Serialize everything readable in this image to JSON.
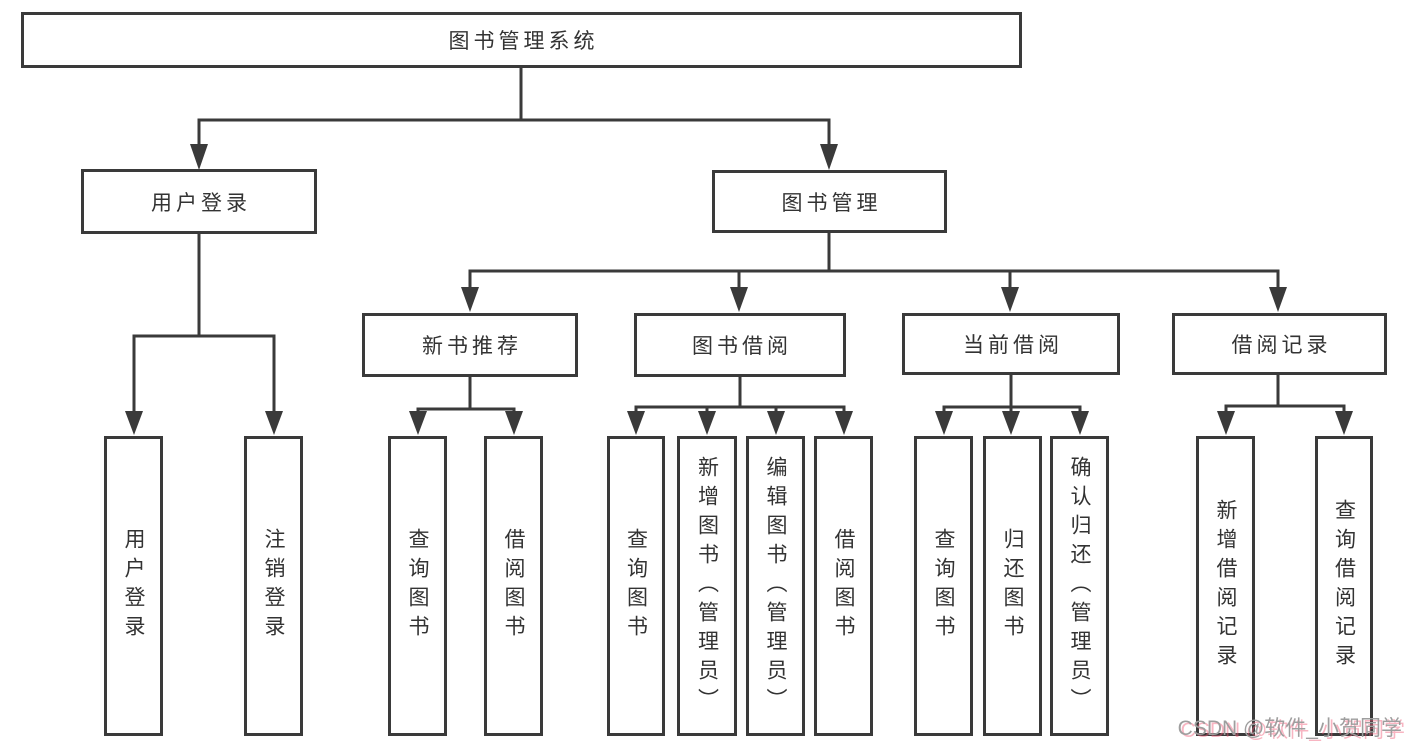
{
  "diagram": {
    "kind": "hierarchy-tree",
    "nodes": {
      "root": "图书管理系统",
      "login_group": "用户登录",
      "book_mgmt": "图书管理",
      "new_book_rec": "新书推荐",
      "book_borrow": "图书借阅",
      "current_borrow": "当前借阅",
      "borrow_records": "借阅记录",
      "user_login": "用户登录",
      "logout": "注销登录",
      "query_book_rec": "查询图书",
      "borrow_book_rec": "借阅图书",
      "query_book_borrow": "查询图书",
      "add_book_admin": "新增图书（管理员）",
      "edit_book_admin": "编辑图书（管理员）",
      "borrow_book_2": "借阅图书",
      "query_book_current": "查询图书",
      "return_book": "归还图书",
      "confirm_return_admin": "确认归还（管理员）",
      "add_borrow_record": "新增借阅记录",
      "query_borrow_record": "查询借阅记录"
    },
    "edges": [
      [
        "root",
        "login_group"
      ],
      [
        "root",
        "book_mgmt"
      ],
      [
        "login_group",
        "user_login"
      ],
      [
        "login_group",
        "logout"
      ],
      [
        "book_mgmt",
        "new_book_rec"
      ],
      [
        "book_mgmt",
        "book_borrow"
      ],
      [
        "book_mgmt",
        "current_borrow"
      ],
      [
        "book_mgmt",
        "borrow_records"
      ],
      [
        "new_book_rec",
        "query_book_rec"
      ],
      [
        "new_book_rec",
        "borrow_book_rec"
      ],
      [
        "book_borrow",
        "query_book_borrow"
      ],
      [
        "book_borrow",
        "add_book_admin"
      ],
      [
        "book_borrow",
        "edit_book_admin"
      ],
      [
        "book_borrow",
        "borrow_book_2"
      ],
      [
        "current_borrow",
        "query_book_current"
      ],
      [
        "current_borrow",
        "return_book"
      ],
      [
        "current_borrow",
        "confirm_return_admin"
      ],
      [
        "borrow_records",
        "add_borrow_record"
      ],
      [
        "borrow_records",
        "query_borrow_record"
      ]
    ],
    "colors": {
      "line": "#3a3a3a",
      "text": "#333333",
      "background": "#ffffff",
      "watermark_gray": "#9e9e9e",
      "watermark_pink": "#ef5b77"
    }
  },
  "watermark": {
    "text": "CSDN @软件_小贺同学"
  }
}
